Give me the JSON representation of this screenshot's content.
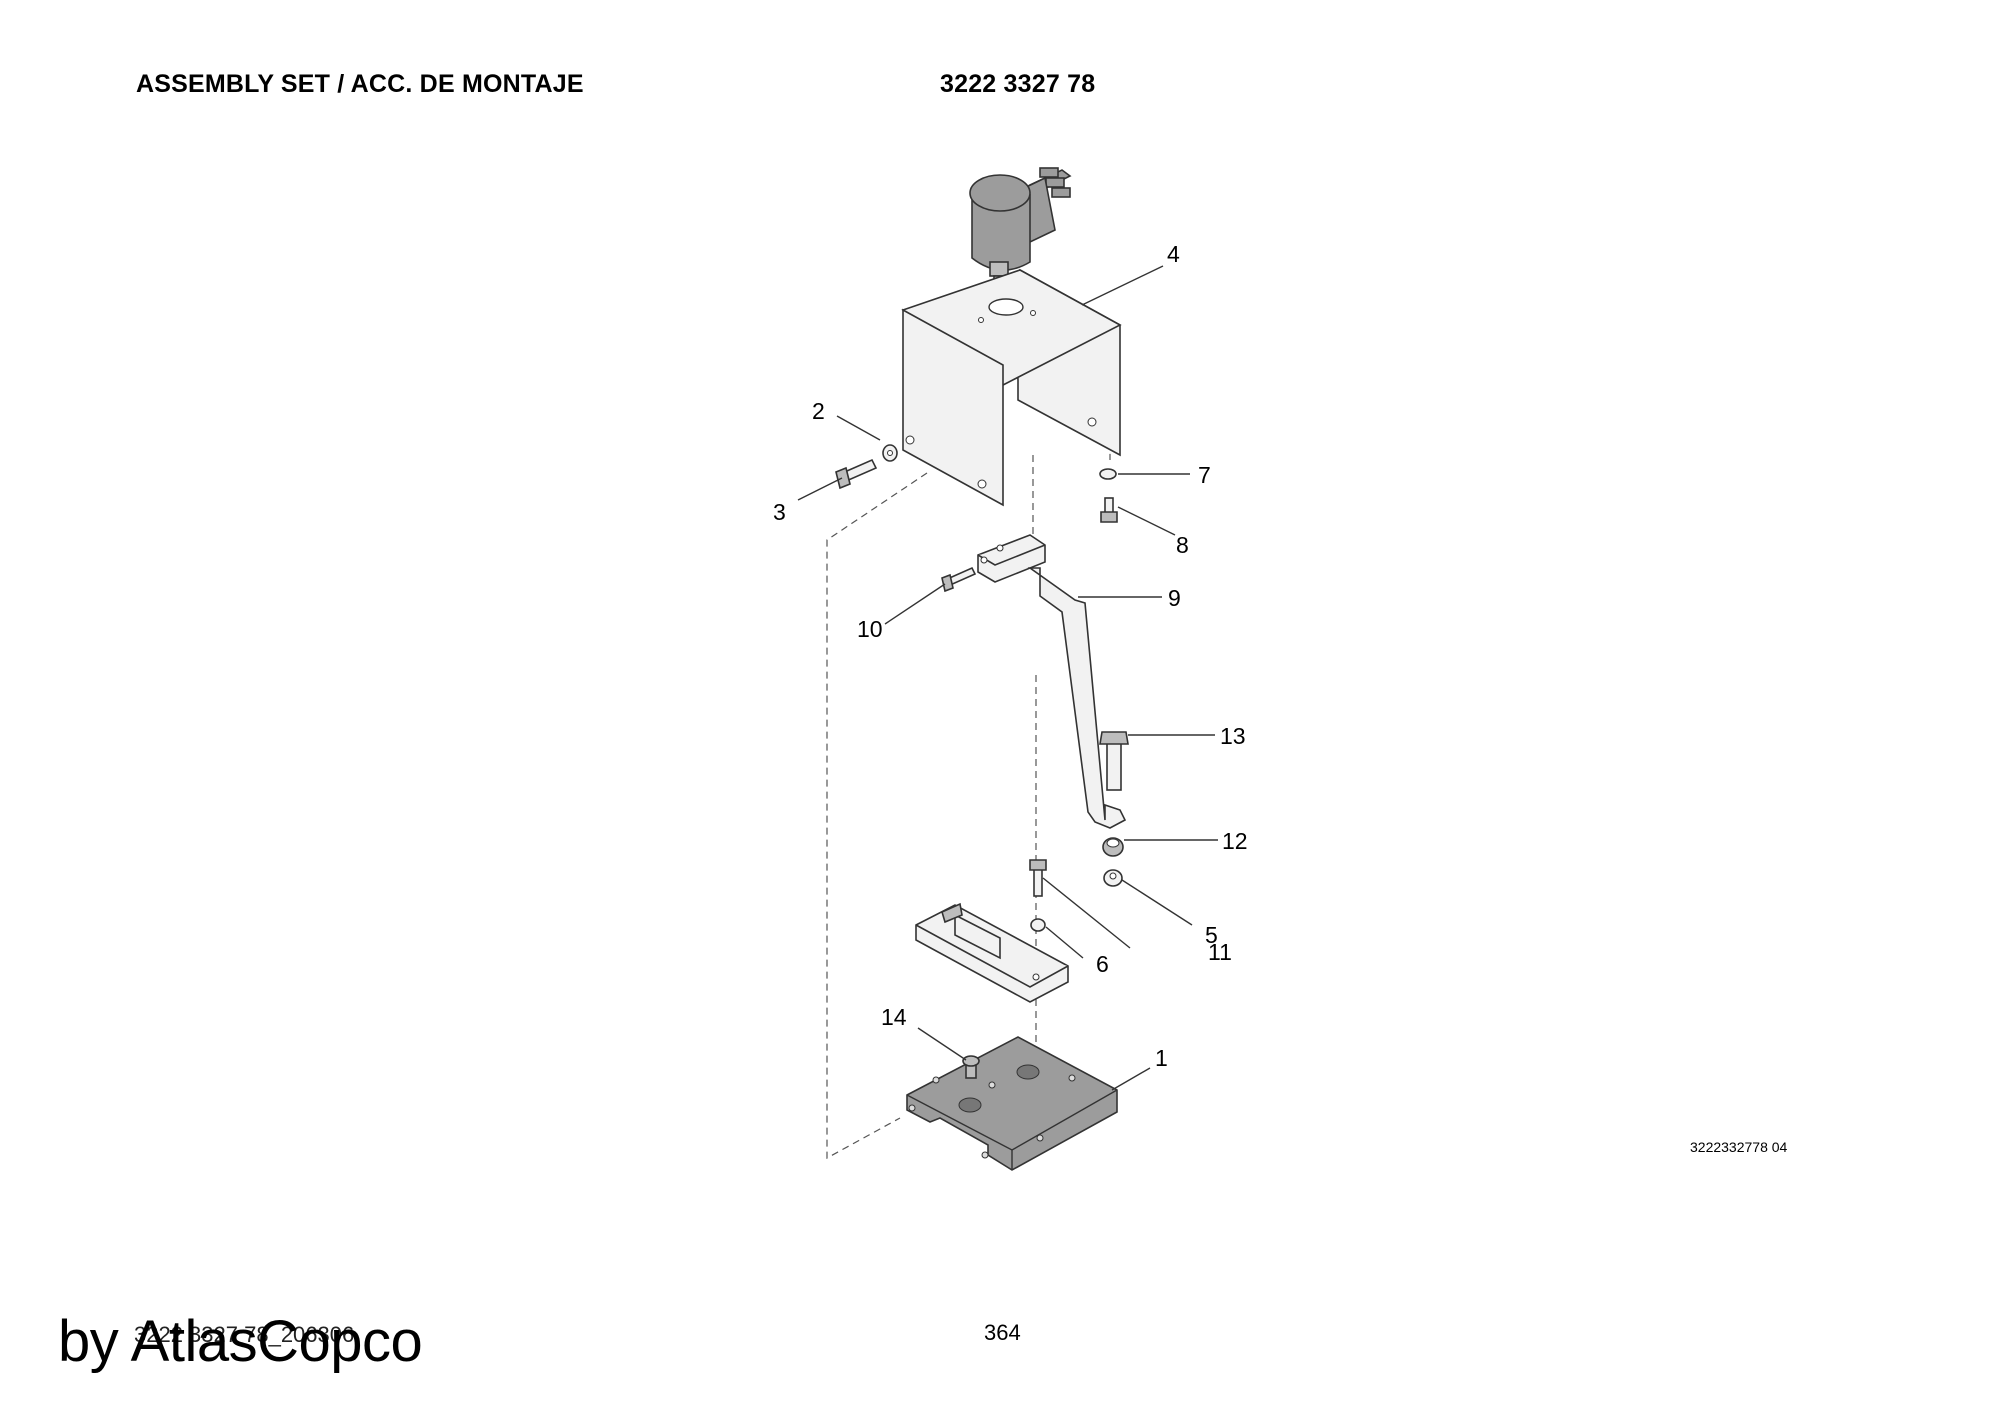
{
  "header": {
    "title": "ASSEMBLY SET / ACC. DE MONTAJE",
    "part_number": "3222 3327 78"
  },
  "callouts": [
    "1",
    "2",
    "3",
    "4",
    "5",
    "6",
    "7",
    "8",
    "9",
    "10",
    "11",
    "12",
    "13",
    "14"
  ],
  "drawing_ref": "3222332778 04",
  "footer": {
    "doc_code": "3222 3327 78_206306",
    "page_number": "364",
    "watermark": "by AtlasCopco"
  },
  "colors": {
    "part_fill": "#f2f2f2",
    "part_dark": "#9a9a9a",
    "line": "#333333"
  }
}
